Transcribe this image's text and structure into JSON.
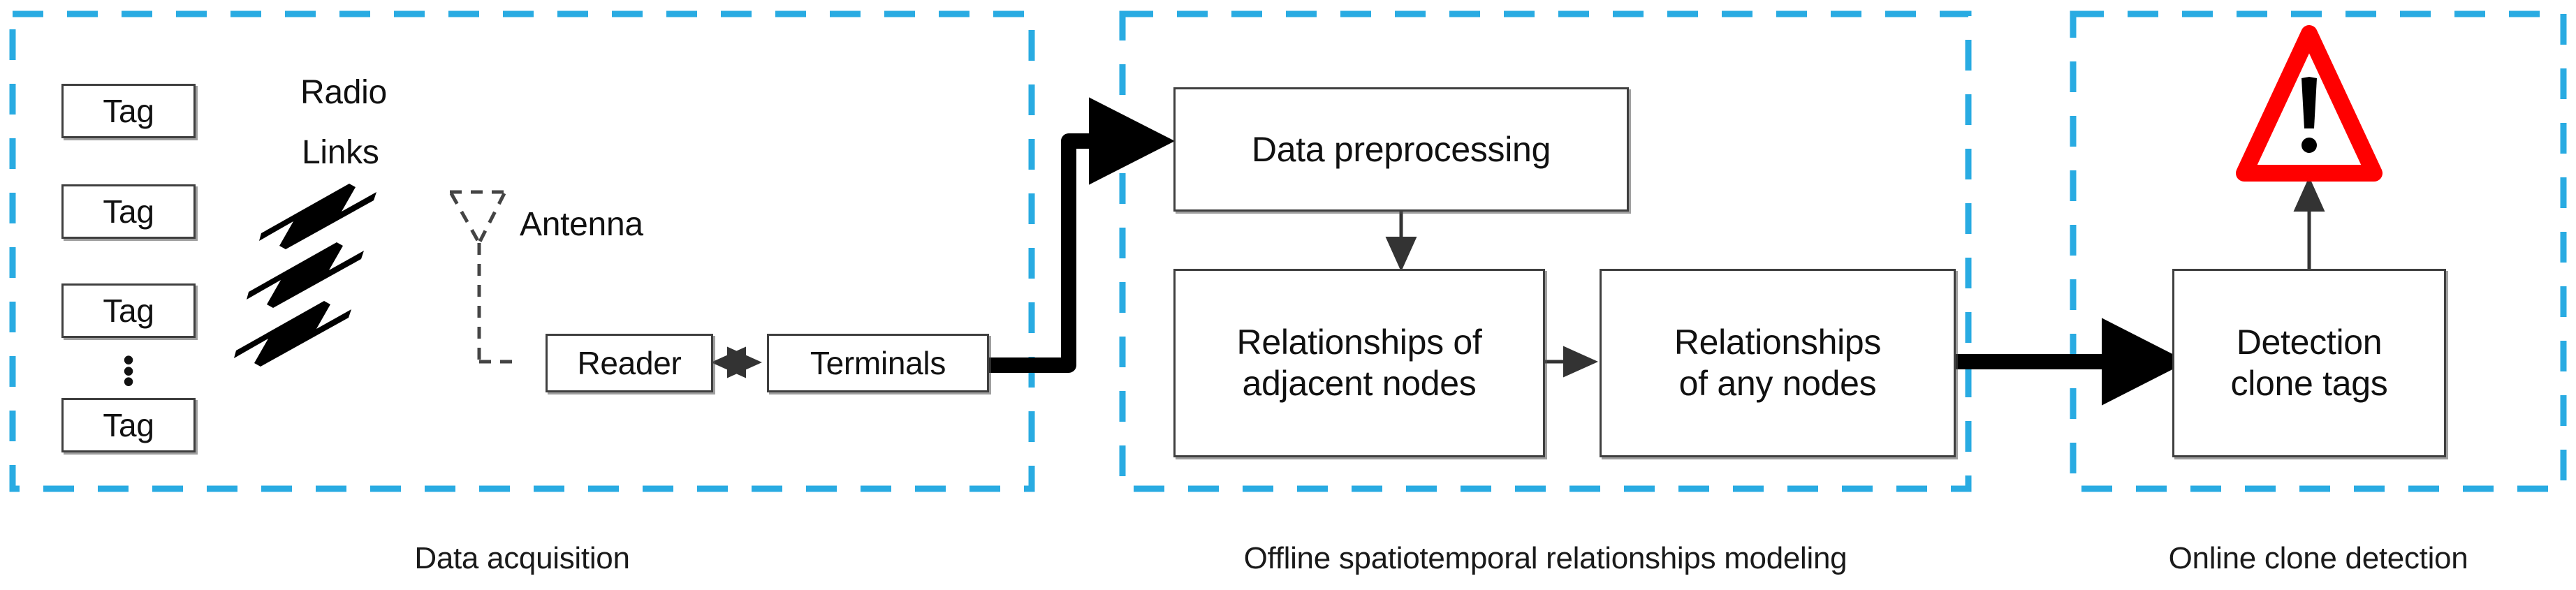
{
  "figure": {
    "kind": "system-architecture-block-diagram",
    "background_color": "#ffffff",
    "panel_border_color": "#29abe2",
    "box_border_color": "#3f3f3f",
    "arrow_color": "#333333",
    "alert_color": "#ff0000"
  },
  "panels": [
    {
      "id": "data-acquisition",
      "caption": "Data acquisition"
    },
    {
      "id": "offline-modeling",
      "caption": "Offline spatiotemporal relationships modeling"
    },
    {
      "id": "online-detection",
      "caption": "Online clone detection"
    }
  ],
  "acquisition": {
    "tags": [
      {
        "label": "Tag"
      },
      {
        "label": "Tag"
      },
      {
        "label": "Tag"
      },
      {
        "label": "Tag"
      }
    ],
    "ellipsis": "⋮",
    "radio_links_line1": "Radio",
    "radio_links_line2": "Links",
    "antenna_label": "Antenna",
    "reader_label": "Reader",
    "terminals_label": "Terminals",
    "lightning_icon_count": 3
  },
  "modeling": {
    "preprocessing_label": "Data preprocessing",
    "adjacent_line1": "Relationships of",
    "adjacent_line2": "adjacent nodes",
    "any_line1": "Relationships",
    "any_line2": "of any nodes"
  },
  "detection": {
    "detection_line1": "Detection",
    "detection_line2": "clone tags",
    "alert_icon": "warning-triangle-exclamation"
  }
}
